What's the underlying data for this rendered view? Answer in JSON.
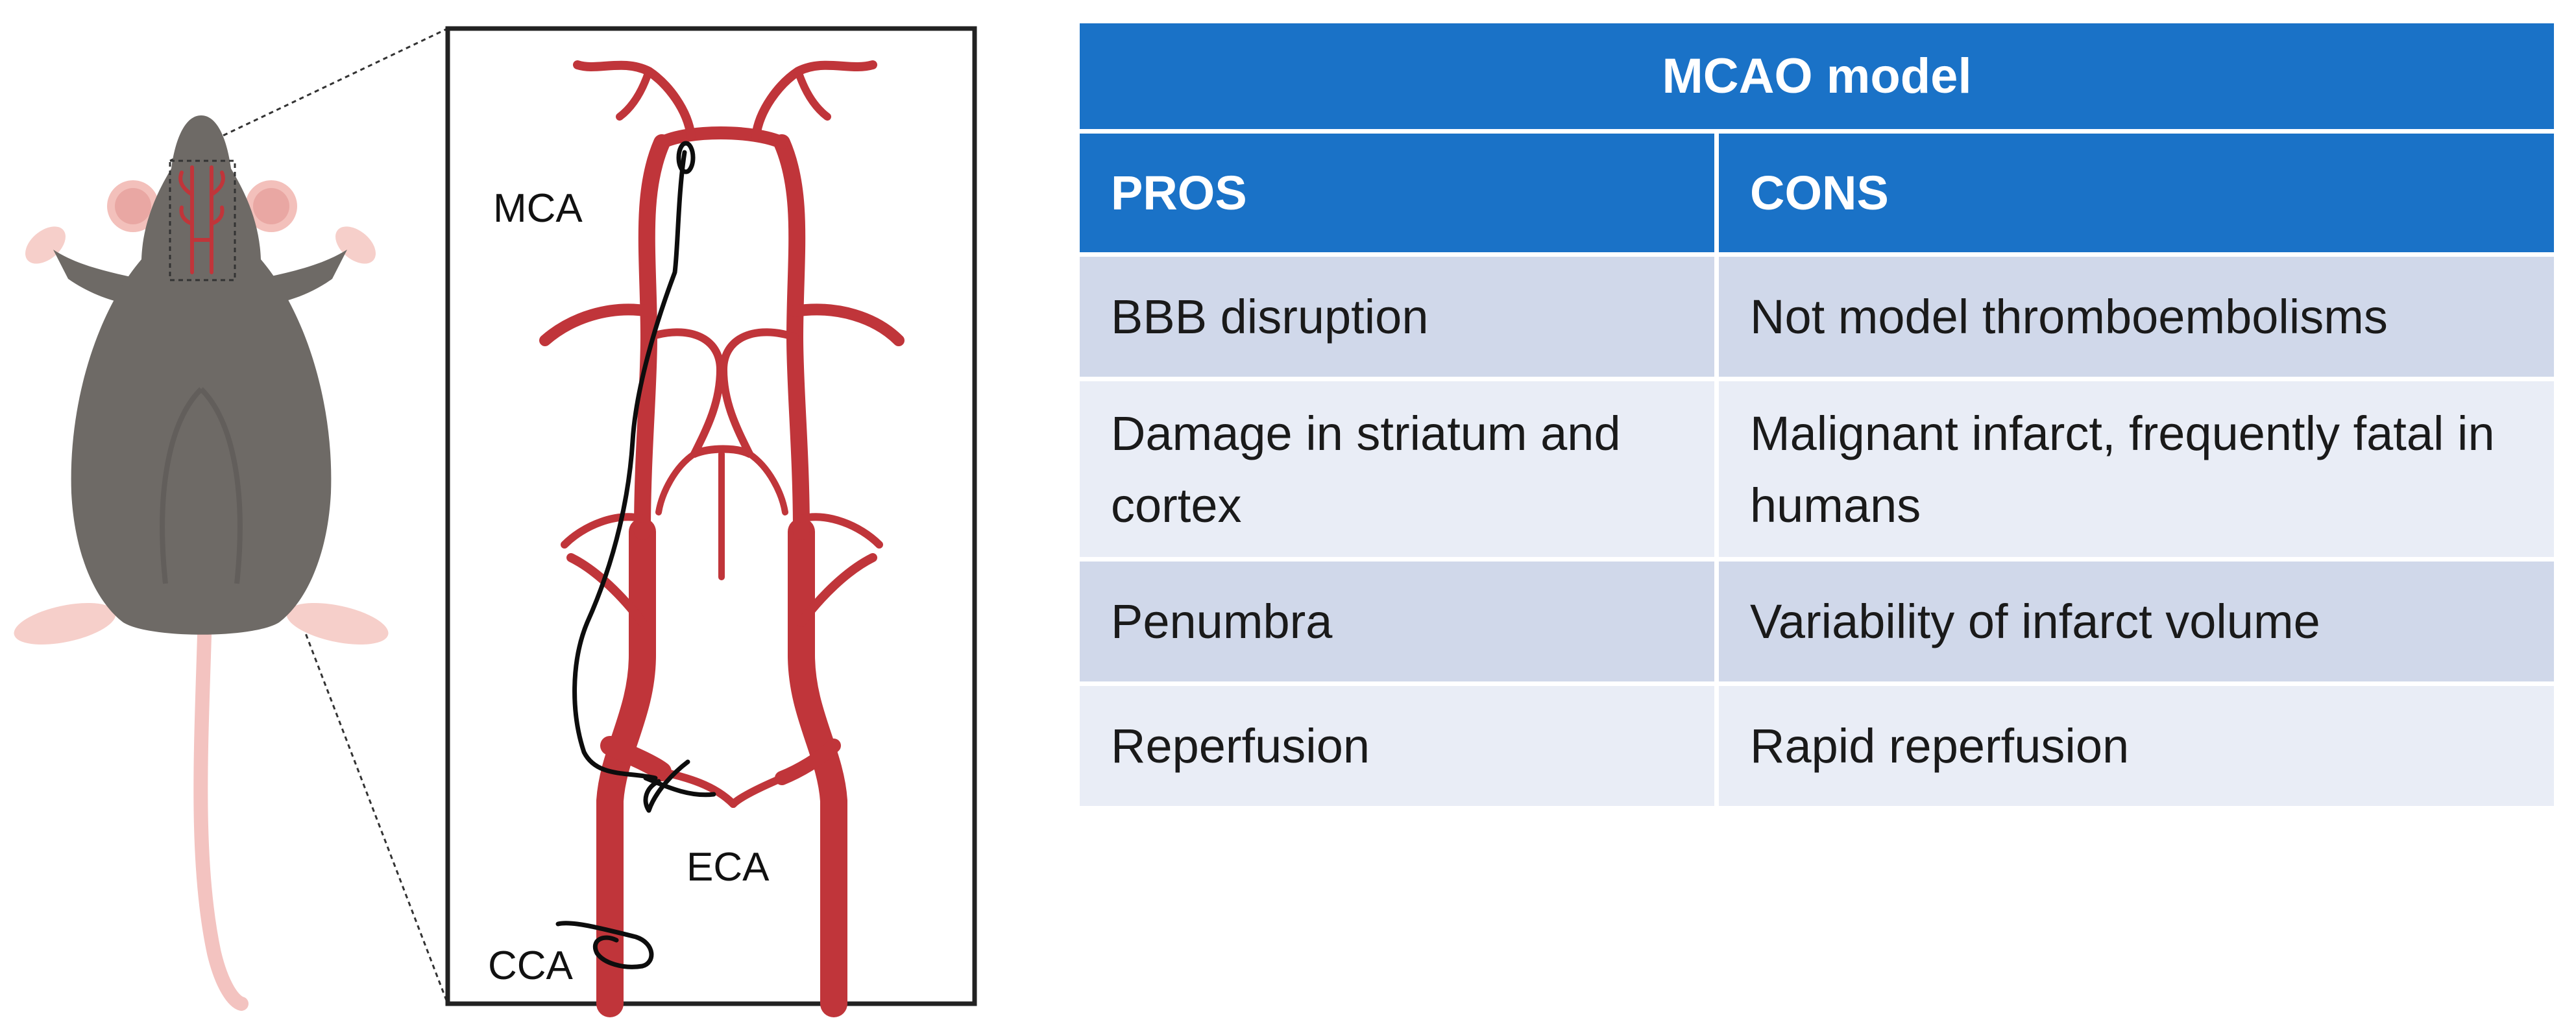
{
  "diagram": {
    "labels": {
      "mca": "MCA",
      "eca": "ECA",
      "cca": "CCA"
    },
    "colors": {
      "artery": "#c0353a",
      "mouse_body": "#6e6a66",
      "table_header": "#1a72c7",
      "row_dark": "#d0d8ea",
      "row_light": "#e9edf6"
    },
    "icons": [
      "mouse-illustration",
      "suture-knot-icon",
      "catheter-filament"
    ]
  },
  "table": {
    "title": "MCAO model",
    "headers": {
      "pros": "PROS",
      "cons": "CONS"
    },
    "rows": [
      {
        "pros": "BBB disruption",
        "cons": "Not model thromboembolisms"
      },
      {
        "pros": "Damage in striatum and cortex",
        "cons": "Malignant infarct, frequently fatal in humans"
      },
      {
        "pros": "Penumbra",
        "cons": "Variability of infarct volume"
      },
      {
        "pros": "Reperfusion",
        "cons": "Rapid reperfusion"
      }
    ]
  }
}
